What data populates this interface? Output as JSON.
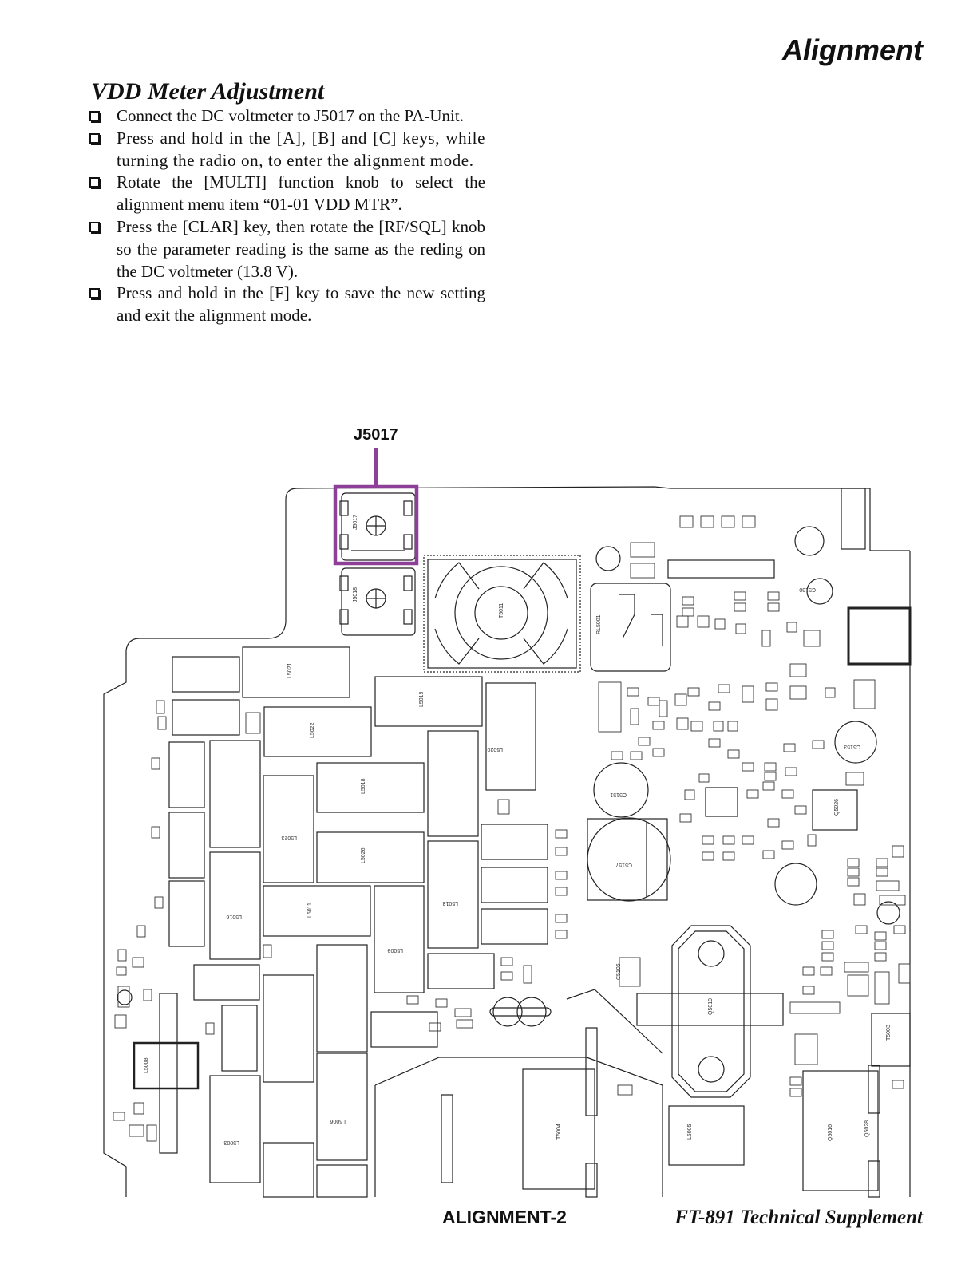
{
  "header": {
    "title": "Alignment"
  },
  "section": {
    "title": "VDD Meter Adjustment",
    "steps": [
      "Connect the DC voltmeter to J5017 on the PA-Unit.",
      "Press and hold in the [A], [B] and [C] keys, while turning the radio on, to enter the alignment mode.",
      "Rotate the [MULTI] function knob to select the alignment menu item “01-01 VDD MTR”.",
      "Press the [CLAR] key, then rotate the [RF/SQL] knob so the parameter reading is the same as the reding on the DC voltmeter (13.8 V).",
      "Press and hold in the [F] key to save the new setting and exit the alignment mode."
    ]
  },
  "diagram": {
    "callout_label": "J5017",
    "highlight_color": "#8e3f98",
    "labels": {
      "j5017": "J5017",
      "j5018": "J5018",
      "t5011": "T5011",
      "rl5001": "RL5001",
      "l5021": "L5021",
      "l5019": "L5019",
      "l5022": "L5022",
      "l5020": "L5020",
      "l5018": "L5018",
      "l5026": "L5026",
      "l5023": "L5023",
      "l5011": "L5011",
      "l5013": "L5013",
      "l5009": "L5009",
      "l5016": "L5016",
      "q5019": "Q5019",
      "q5026": "Q5026",
      "q5028": "Q5028",
      "t5004": "T5004",
      "t5003": "T5003",
      "l5003": "L5003",
      "l5005": "L5005",
      "l5006": "L5006",
      "l5008": "L5008",
      "c5157": "C5157",
      "c5160": "C5160",
      "c5151": "C5151",
      "c5153": "C5153",
      "c5106": "C5106",
      "q5016": "Q5016"
    }
  },
  "footer": {
    "page": "ALIGNMENT-2",
    "document": "FT-891 Technical Supplement"
  }
}
